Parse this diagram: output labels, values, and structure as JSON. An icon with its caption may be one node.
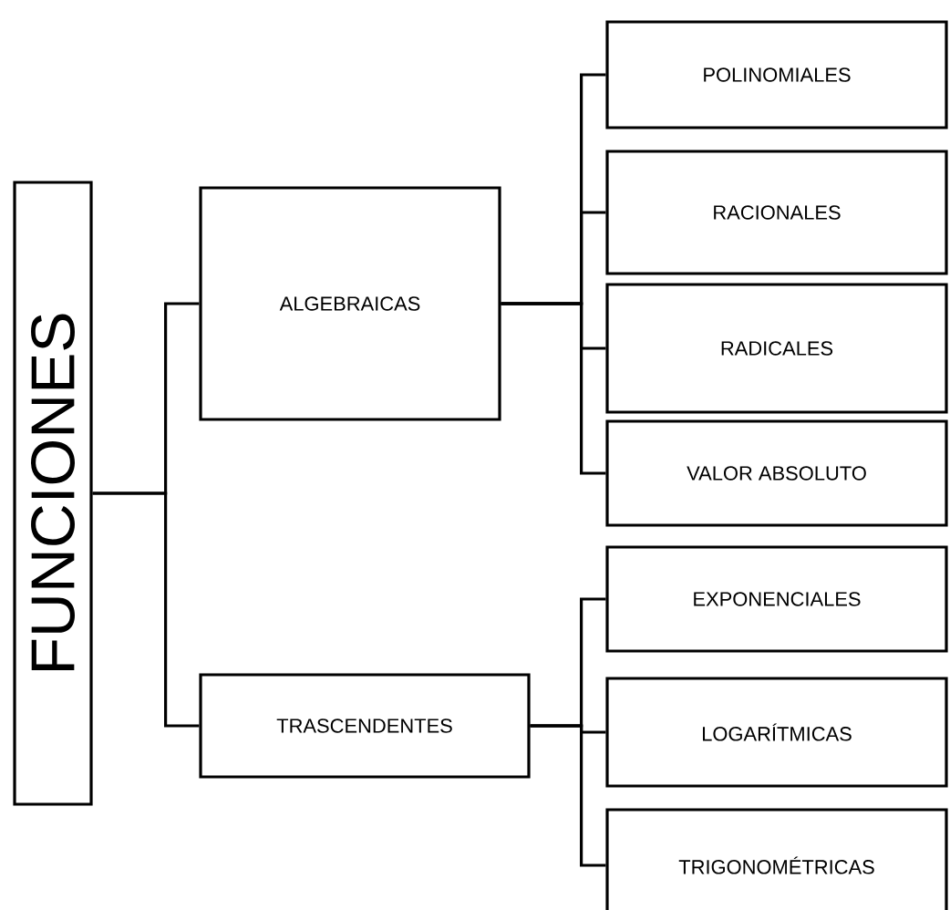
{
  "diagram": {
    "nodes": [
      {
        "text": [
          "FUNCIONES"
        ]
      },
      {
        "text": [
          "ALGEBRAICAS"
        ]
      },
      {
        "text": [
          "TRASCENDENTES"
        ]
      },
      {
        "text": [
          "POLINOMIALES"
        ]
      },
      {
        "text": [
          "RACIONALES"
        ]
      },
      {
        "text": [
          "RADICALES"
        ]
      },
      {
        "text": [
          "VALOR ABSOLUTO"
        ]
      },
      {
        "text": [
          "EXPONENCIALES"
        ]
      },
      {
        "text": [
          "LOGARÍTMICAS"
        ]
      },
      {
        "text": [
          "TRIGONOMÉTRICAS"
        ]
      }
    ],
    "edges": [
      {
        "from": 0,
        "to": 1,
        "arrow": "none"
      },
      {
        "from": 0,
        "to": 2,
        "arrow": "none"
      },
      {
        "from": 1,
        "to": 3,
        "arrow": "none"
      },
      {
        "from": 1,
        "to": 4,
        "arrow": "none"
      },
      {
        "from": 1,
        "to": 5,
        "arrow": "none"
      },
      {
        "from": 1,
        "to": 6,
        "arrow": "none"
      },
      {
        "from": 2,
        "to": 7,
        "arrow": "none"
      },
      {
        "from": 2,
        "to": 8,
        "arrow": "none"
      },
      {
        "from": 2,
        "to": 9,
        "arrow": "none"
      }
    ]
  }
}
